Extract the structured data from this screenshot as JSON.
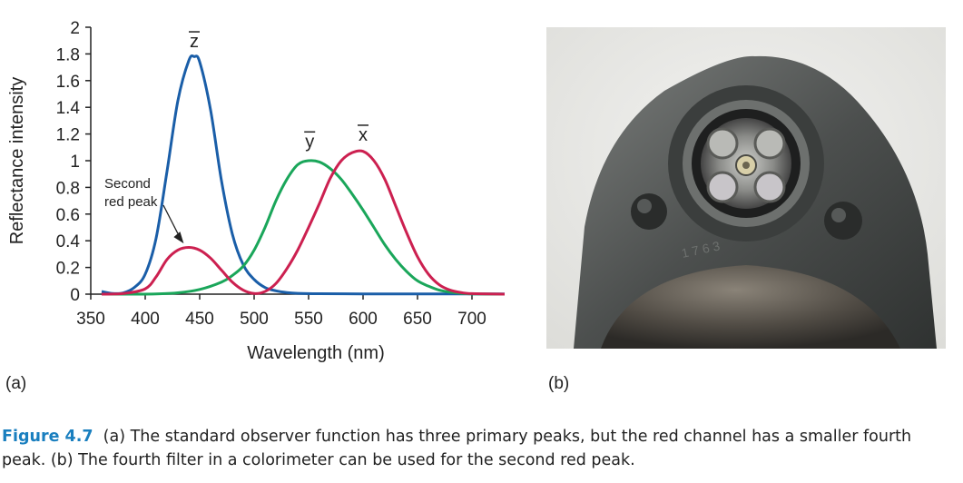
{
  "chart_data": {
    "type": "line",
    "title": "",
    "xlabel": "Wavelength (nm)",
    "ylabel": "Reflectance intensity",
    "xlim": [
      350,
      730
    ],
    "ylim": [
      0,
      2
    ],
    "xticks": [
      350,
      400,
      450,
      500,
      550,
      600,
      650,
      700
    ],
    "yticks": [
      0,
      0.2,
      0.4,
      0.6,
      0.8,
      1,
      1.2,
      1.4,
      1.6,
      1.8,
      2
    ],
    "xtick_labels": [
      "350",
      "400",
      "450",
      "500",
      "550",
      "600",
      "650",
      "700"
    ],
    "ytick_labels": [
      "0",
      "0.2",
      "0.4",
      "0.6",
      "0.8",
      "1",
      "1.2",
      "1.4",
      "1.6",
      "1.8",
      "2"
    ],
    "grid": false,
    "series": [
      {
        "name": "z̄",
        "color": "#1a5ea8",
        "x": [
          360,
          370,
          380,
          390,
          400,
          410,
          420,
          430,
          440,
          445,
          450,
          460,
          470,
          480,
          490,
          500,
          510,
          520,
          530,
          540,
          560,
          600,
          650,
          700,
          730
        ],
        "y": [
          0.02,
          0.005,
          0.01,
          0.05,
          0.15,
          0.42,
          0.92,
          1.45,
          1.75,
          1.78,
          1.74,
          1.38,
          0.85,
          0.45,
          0.22,
          0.11,
          0.05,
          0.025,
          0.012,
          0.006,
          0.003,
          0.002,
          0.002,
          0.002,
          0.002
        ]
      },
      {
        "name": "ȳ",
        "color": "#1aa65a",
        "x": [
          360,
          390,
          410,
          430,
          450,
          470,
          480,
          490,
          500,
          510,
          520,
          530,
          540,
          550,
          560,
          570,
          580,
          590,
          600,
          610,
          620,
          630,
          640,
          650,
          660,
          670,
          680,
          690,
          700,
          730
        ],
        "y": [
          0,
          0,
          0.002,
          0.01,
          0.035,
          0.09,
          0.14,
          0.21,
          0.33,
          0.5,
          0.7,
          0.86,
          0.97,
          1.0,
          0.99,
          0.94,
          0.86,
          0.75,
          0.63,
          0.5,
          0.37,
          0.26,
          0.17,
          0.1,
          0.06,
          0.03,
          0.015,
          0.006,
          0.002,
          0
        ]
      },
      {
        "name": "x̄",
        "color": "#cc2050",
        "x": [
          360,
          380,
          400,
          410,
          420,
          430,
          440,
          450,
          460,
          470,
          480,
          490,
          500,
          510,
          520,
          530,
          540,
          550,
          560,
          570,
          580,
          590,
          600,
          610,
          620,
          630,
          640,
          650,
          660,
          670,
          680,
          690,
          700,
          730
        ],
        "y": [
          0,
          0.005,
          0.04,
          0.13,
          0.26,
          0.33,
          0.35,
          0.33,
          0.27,
          0.18,
          0.09,
          0.03,
          0.005,
          0.02,
          0.08,
          0.19,
          0.33,
          0.5,
          0.68,
          0.87,
          1.0,
          1.06,
          1.07,
          1.0,
          0.86,
          0.66,
          0.46,
          0.28,
          0.15,
          0.07,
          0.03,
          0.012,
          0.004,
          0
        ]
      }
    ],
    "series_labels": [
      {
        "text": "z",
        "x": 445,
        "y": 1.85
      },
      {
        "text": "y",
        "x": 551,
        "y": 1.1
      },
      {
        "text": "x",
        "x": 600,
        "y": 1.15
      }
    ],
    "annotations": [
      {
        "lines": [
          "Second",
          "red peak"
        ],
        "arrow_to": {
          "x": 437,
          "y": 0.36
        }
      }
    ]
  },
  "panel_labels": {
    "a": "(a)",
    "b": "(b)"
  },
  "photo": {
    "description_name": "colorimeter-photo"
  },
  "caption": {
    "figure_number": "Figure 4.7",
    "text": "(a) The standard observer function has three primary peaks, but the red channel has a smaller fourth peak. (b) The fourth filter in a colorimeter can be used for the second red peak."
  }
}
